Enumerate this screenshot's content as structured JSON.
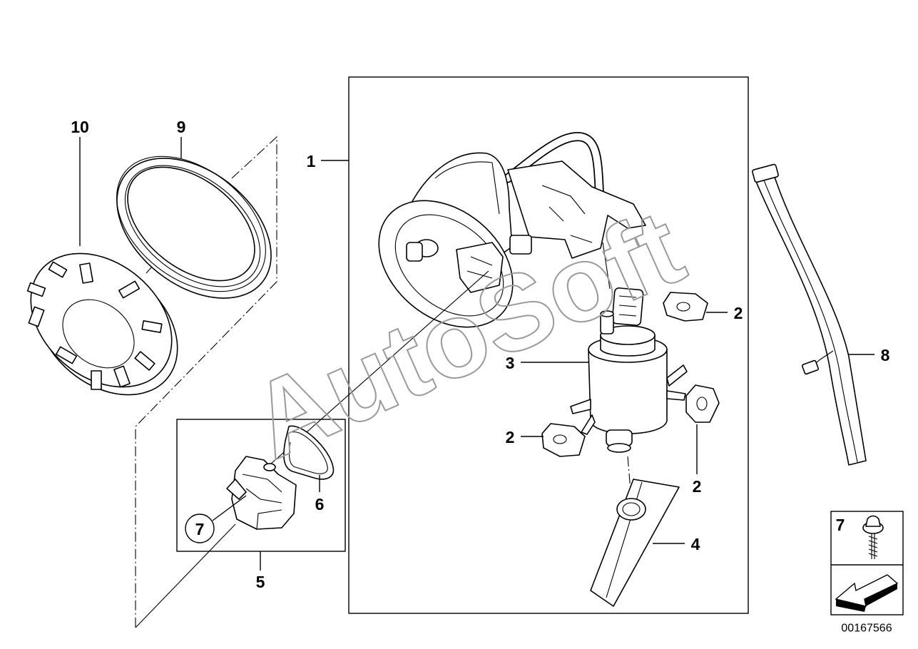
{
  "diagram": {
    "callouts": {
      "part_1": "1",
      "part_2a": "2",
      "part_2b": "2",
      "part_2c": "2",
      "part_3": "3",
      "part_4": "4",
      "part_5": "5",
      "part_6": "6",
      "part_7": "7",
      "part_8": "8",
      "part_9": "9",
      "part_10": "10"
    },
    "legend": {
      "label": "7"
    },
    "catalog_number": "00167566",
    "watermark": "AutoSoft",
    "colors": {
      "line": "#000000",
      "background": "#ffffff",
      "watermark": "#9a9a9a"
    }
  }
}
